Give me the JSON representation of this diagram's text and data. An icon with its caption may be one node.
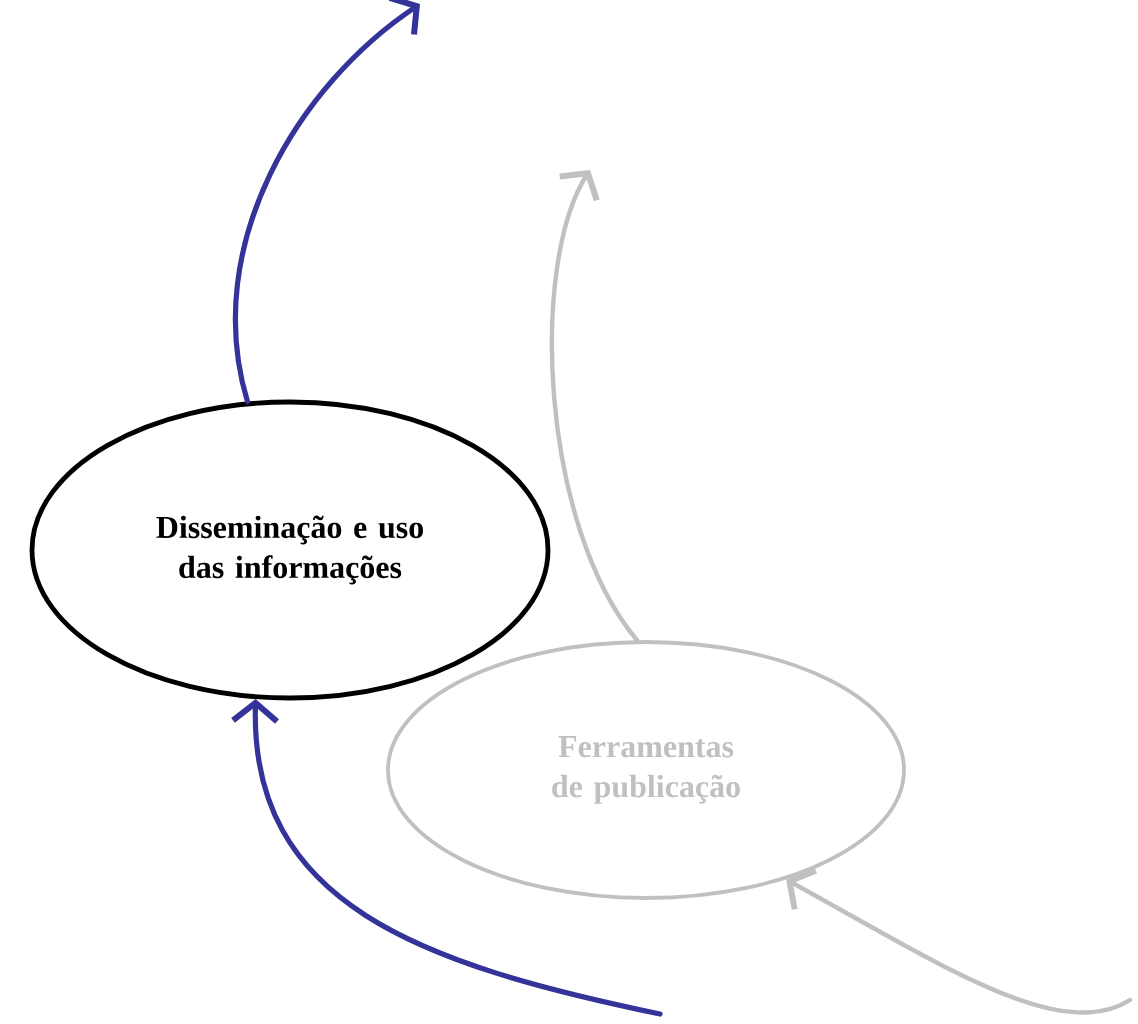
{
  "diagram": {
    "nodes": [
      {
        "text": [
          "Disseminação e uso das informações"
        ]
      },
      {
        "text": [
          "Ferramentas de publicação"
        ]
      }
    ],
    "edges": [
      {
        "from": null,
        "to": 0,
        "arrow": "to"
      },
      {
        "from": 0,
        "to": null,
        "arrow": "to"
      },
      {
        "from": 1,
        "to": null,
        "arrow": "to",
        "color": "#c0c0c0"
      },
      {
        "from": null,
        "to": 1,
        "arrow": "to",
        "color": "#c0c0c0"
      }
    ]
  }
}
